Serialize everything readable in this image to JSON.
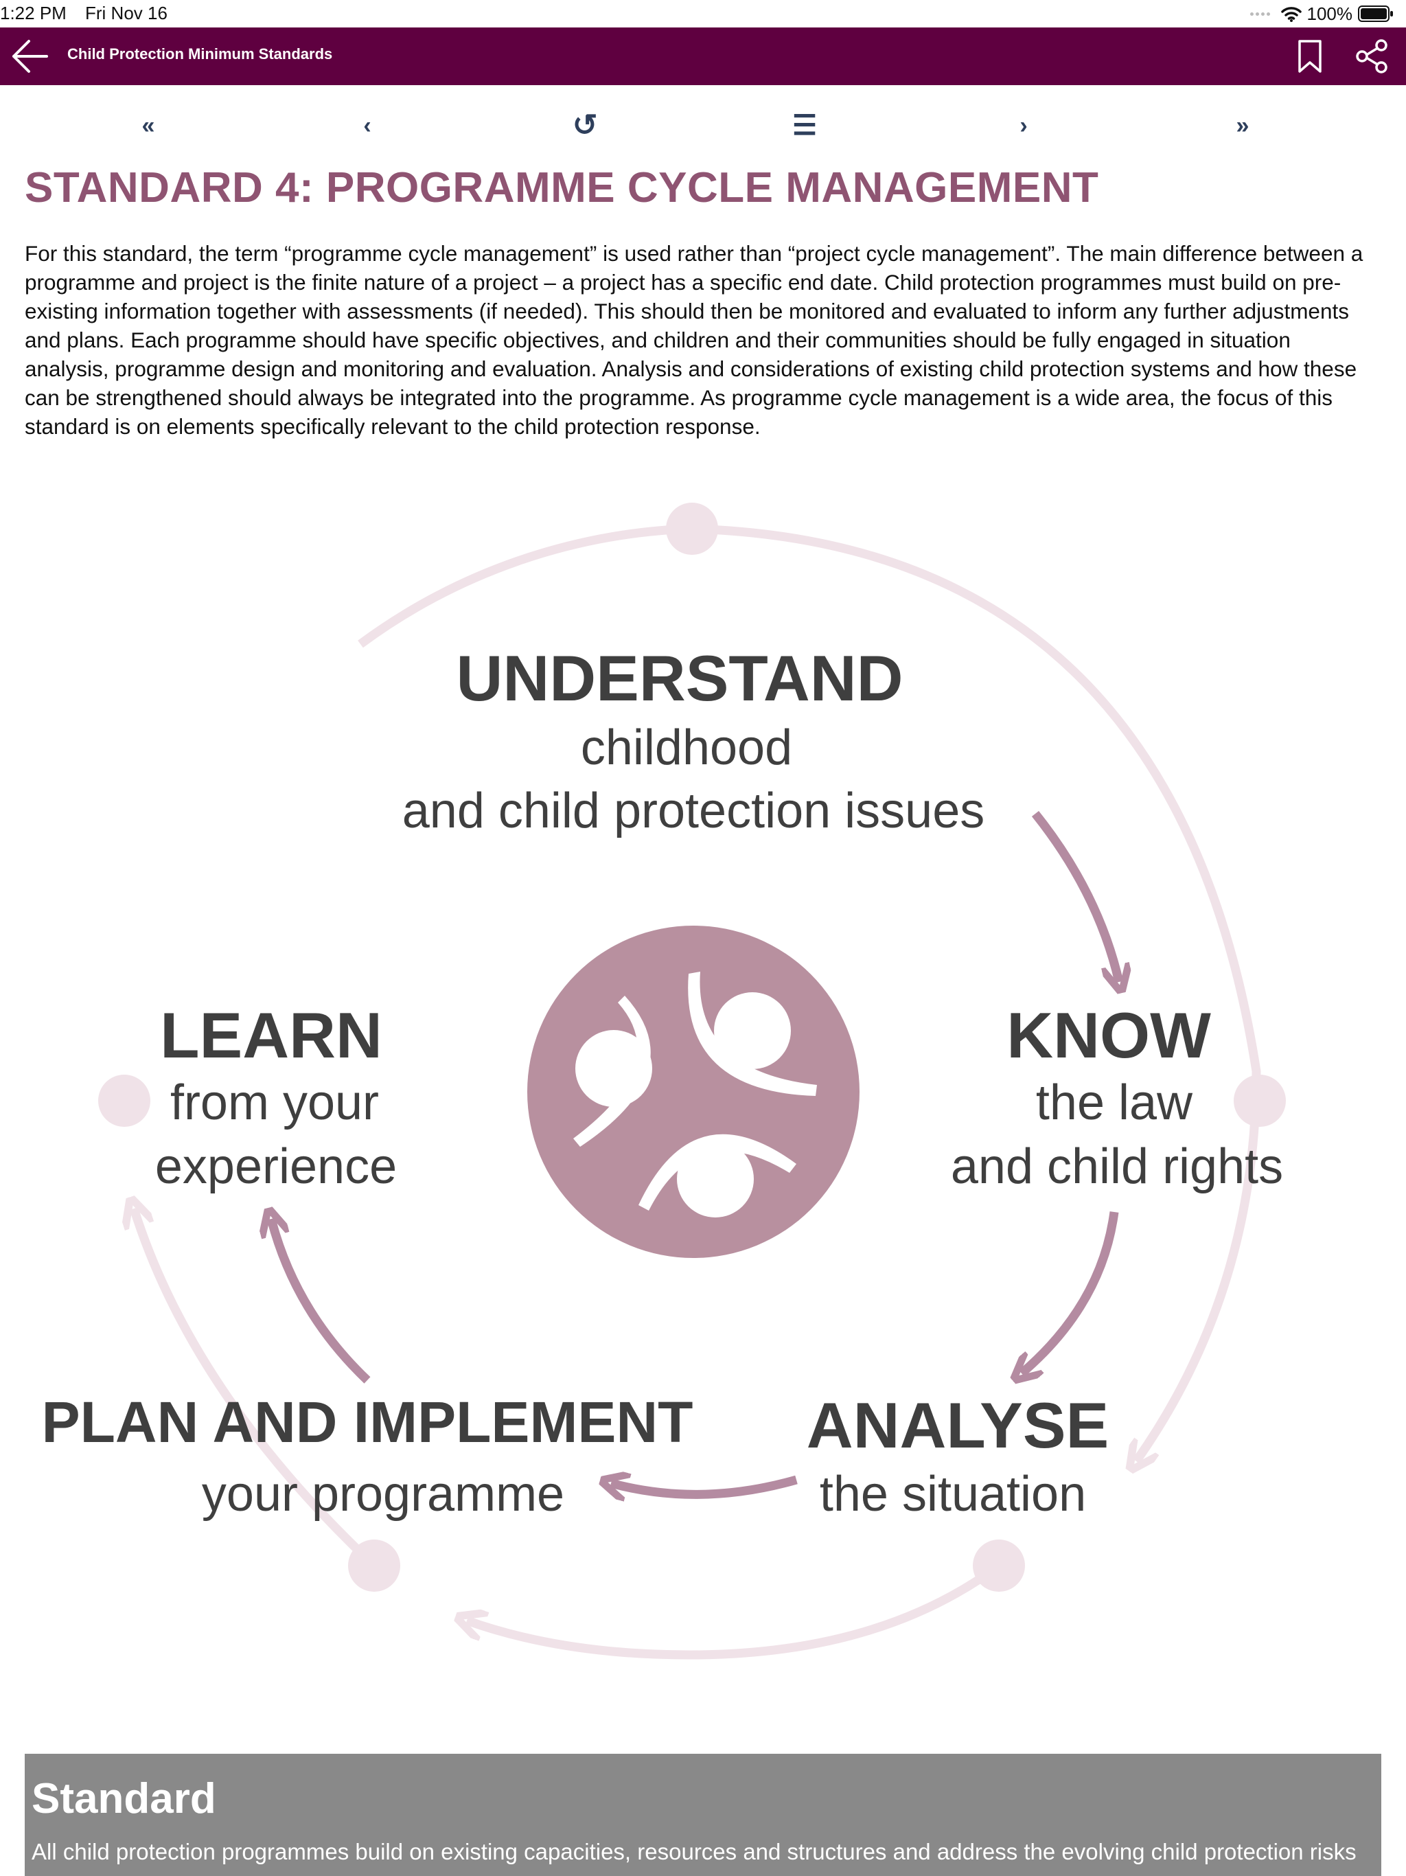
{
  "status_bar": {
    "time": "1:22 PM",
    "date": "Fri Nov 16",
    "battery": "100%"
  },
  "nav": {
    "title": "Child Protection Minimum Standards"
  },
  "pager": {
    "first": "«",
    "prev": "‹",
    "reload": "↺",
    "menu": "☰",
    "next": "›",
    "last": "»"
  },
  "page": {
    "title": "STANDARD 4: PROGRAMME CYCLE MANAGEMENT",
    "intro": "For this standard, the term “programme cycle management” is used rather than “project cycle management”. The main difference between a programme and project is the finite nature of a project – a project has a specific end date. Child protection programmes must build on pre-existing information together with assessments (if needed). This should then be monitored and evaluated to inform any further adjustments and plans. Each programme should have specific objectives, and children and their communities should be fully engaged in situation analysis, programme design and monitoring and evaluation. Analysis and considerations of existing child protection systems and how these can be strengthened should always be integrated into the programme. As programme cycle management is a wide area, the focus of this standard is on elements specifically relevant to the child protection response."
  },
  "diagram": {
    "understand": {
      "heading": "UNDERSTAND",
      "line1": "childhood",
      "line2": "and child protection issues"
    },
    "know": {
      "heading": "KNOW",
      "line1": "the law",
      "line2": "and child rights"
    },
    "analyse": {
      "heading": "ANALYSE",
      "line1": "the situation"
    },
    "plan": {
      "heading": "PLAN AND IMPLEMENT",
      "line1": "your programme"
    },
    "learn": {
      "heading": "LEARN",
      "line1": "from your",
      "line2": "experience"
    }
  },
  "standard": {
    "title": "Standard",
    "text": "All child protection programmes build on existing capacities, resources and structures and address the evolving child protection risks"
  },
  "colors": {
    "nav_bg": "#5f0040",
    "title": "#8f5472",
    "arrow": "#b48ba1",
    "ring": "#f0e2e8",
    "emblem": "#b8909f",
    "box": "#898989"
  }
}
